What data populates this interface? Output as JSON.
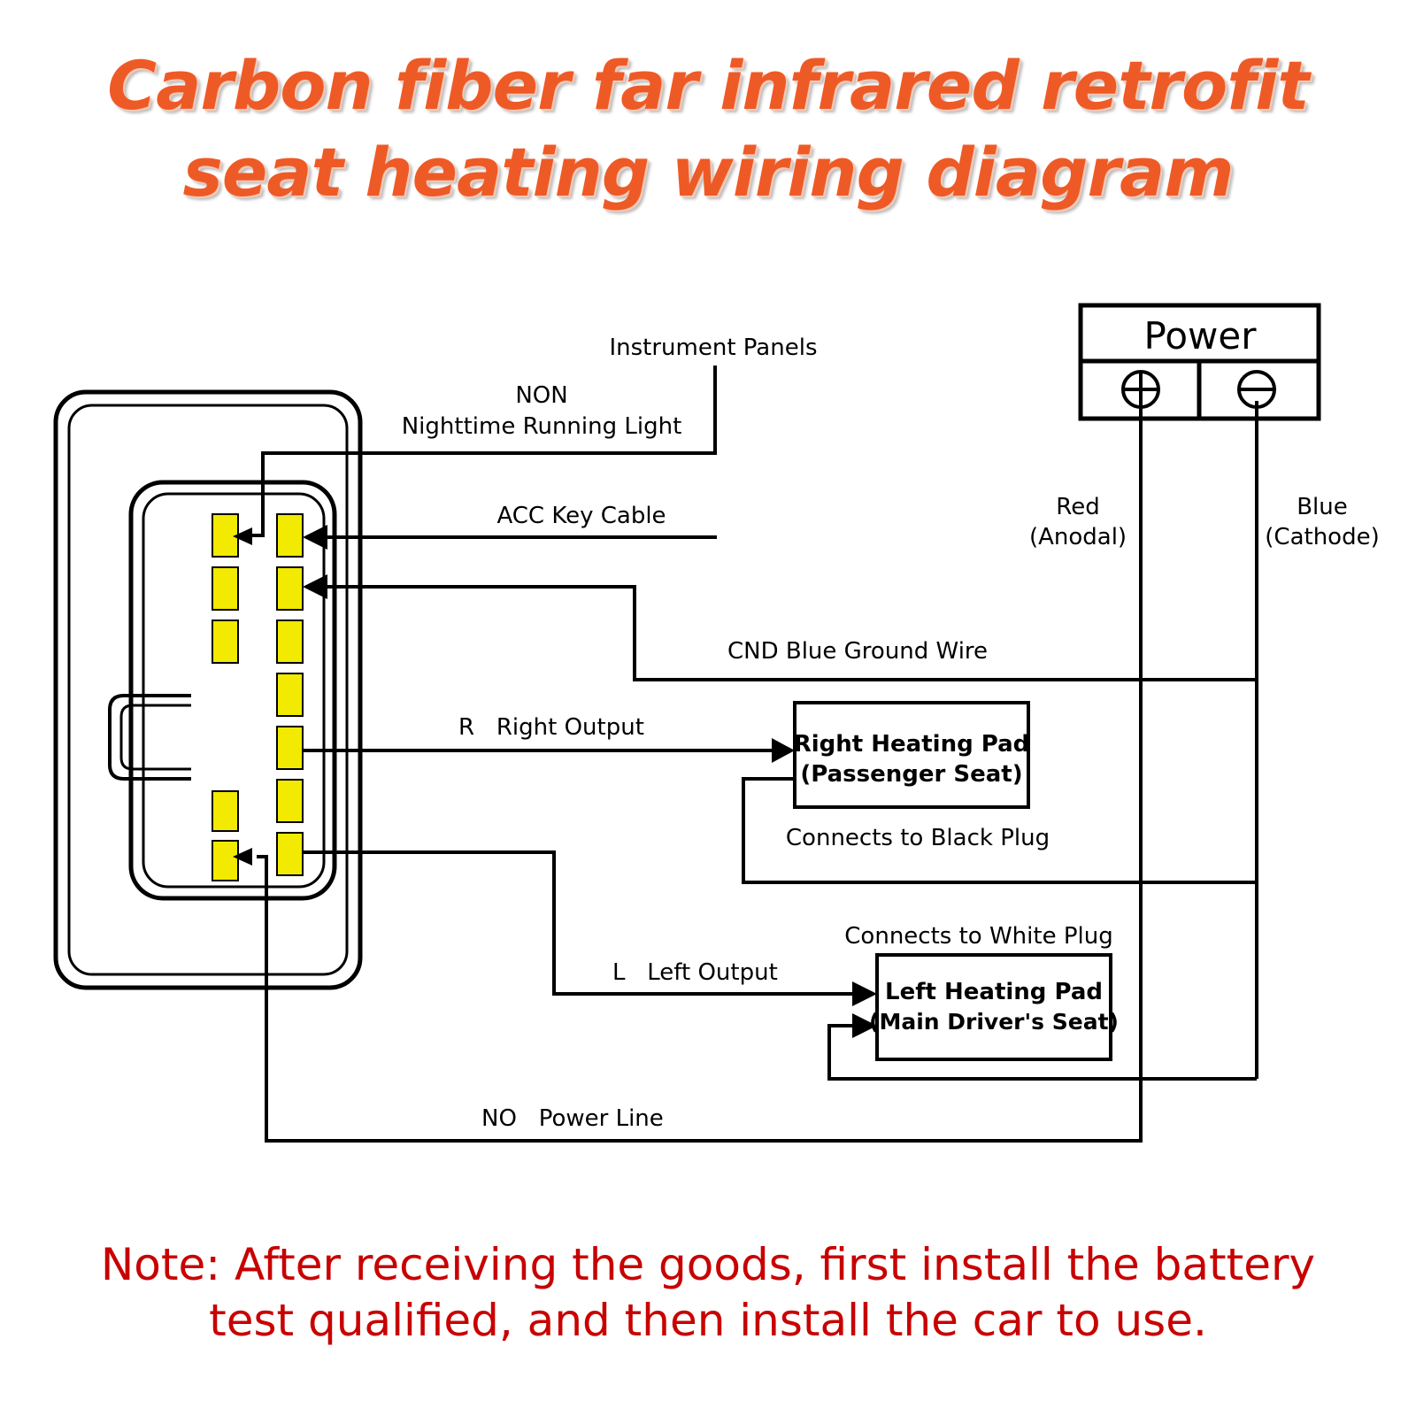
{
  "title": {
    "line1": "Carbon fiber far infrared retrofit",
    "line2": "seat heating wiring diagram"
  },
  "labels": {
    "instrument_panels": "Instrument Panels",
    "non": "NON",
    "nighttime_running_light": "Nighttime Running Light",
    "acc_key_cable": "ACC Key Cable",
    "cnd_ground": "CND Blue Ground Wire",
    "right_output": "R   Right Output",
    "left_output": "L   Left Output",
    "power_line": "NO   Power Line",
    "connects_black": "Connects to Black Plug",
    "connects_white": "Connects to White Plug",
    "red": "Red",
    "anodal": "(Anodal)",
    "blue": "Blue",
    "cathode": "(Cathode)"
  },
  "power_box": {
    "label": "Power",
    "positive_symbol": "plus-circle-icon",
    "negative_symbol": "minus-circle-icon"
  },
  "right_pad": {
    "line1": "Right Heating Pad",
    "line2": "(Passenger Seat)"
  },
  "left_pad": {
    "line1": "Left Heating Pad",
    "line2": "(Main Driver's Seat)"
  },
  "note": {
    "line1": "Note:  After receiving the goods, first install the battery",
    "line2": "test qualified, and then install the car to use."
  },
  "colors": {
    "title": "#ee5a26",
    "note": "#c80000",
    "pin": "#f2ea00",
    "wire": "#000000"
  }
}
